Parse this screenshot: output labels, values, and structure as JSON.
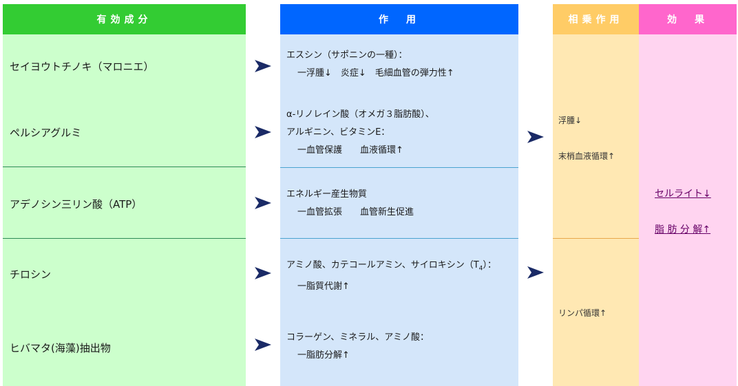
{
  "headers": {
    "ingredients": "有効成分",
    "action": "作　用",
    "synergy": "相乗作用",
    "effect": "効　果"
  },
  "ingredients": [
    "セイヨウトチノキ（マロニエ）",
    "ペルシアグルミ",
    "アデノシン三リン酸（ATP）",
    "チロシン",
    "ヒバマタ(海藻)抽出物"
  ],
  "actions": [
    {
      "lines": [
        "エスシン（サポニンの一種）：",
        "一浮腫↓　炎症↓　毛細血管の弾力性↑"
      ]
    },
    {
      "lines": [
        "α-リノレイン酸（オメガ３脂肪酸）、",
        "アルギニン、ビタミンE：",
        "一血管保護　　血液循環↑"
      ]
    },
    {
      "lines": [
        "エネルギー産生物質",
        "一血管拡張　　血管新生促進"
      ]
    },
    {
      "line1_main": "アミノ酸、カテコールアミン、サイロキシン（T",
      "line1_sub": "4",
      "line1_end": "）：",
      "lines": [
        "一脂質代謝↑"
      ]
    },
    {
      "lines": [
        "コラーゲン、ミネラル、アミノ酸：",
        "一脂肪分解↑"
      ]
    }
  ],
  "synergy": {
    "upper": [
      "浮腫↓",
      "末梢血液循環↑"
    ],
    "lower": [
      "リンパ循環↑"
    ]
  },
  "effect": {
    "items": [
      "セルライト↓",
      "脂 肪 分 解↑"
    ]
  },
  "colors": {
    "ingredients_header": "#33cc33",
    "action_header": "#0066ff",
    "synergy_header": "#ffcc66",
    "effect_header": "#ff66cc",
    "arrow": "#1a2a66"
  }
}
